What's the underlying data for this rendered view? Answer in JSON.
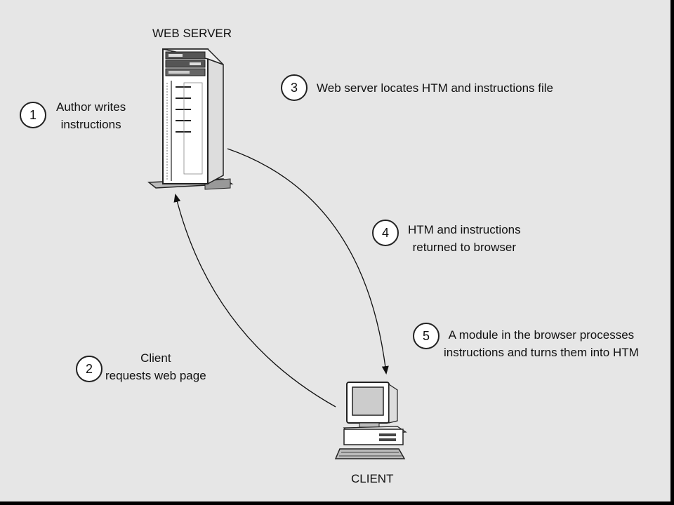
{
  "nodes": {
    "server": {
      "label": "WEB SERVER"
    },
    "client": {
      "label": "CLIENT"
    }
  },
  "steps": [
    {
      "num": "1",
      "lines": [
        "Author writes",
        "instructions"
      ]
    },
    {
      "num": "2",
      "lines": [
        "Client",
        "requests web page"
      ]
    },
    {
      "num": "3",
      "lines": [
        "Web server locates HTM and instructions file"
      ]
    },
    {
      "num": "4",
      "lines": [
        "HTM and instructions",
        "returned to browser"
      ]
    },
    {
      "num": "5",
      "lines": [
        "A module in the browser processes",
        "instructions and turns them into HTM"
      ]
    }
  ]
}
